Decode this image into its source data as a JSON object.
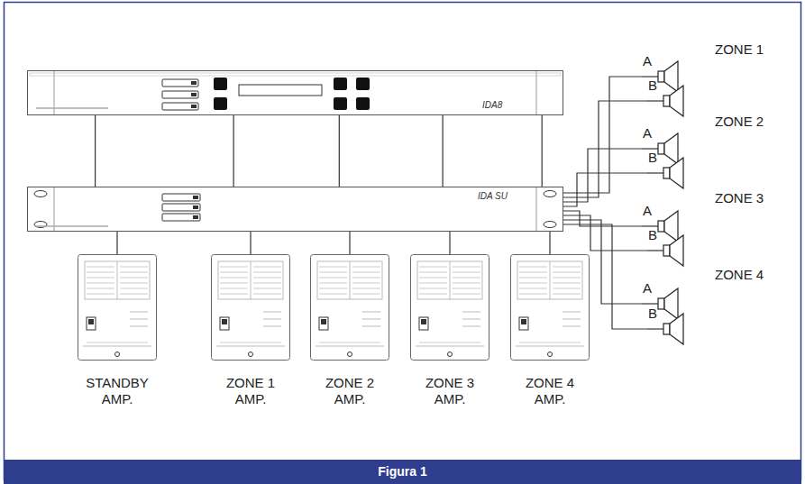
{
  "diagram": {
    "caption": "Figura 1",
    "nodes": [
      {
        "text": [
          "IDA8"
        ]
      },
      {
        "text": [
          "IDA SU"
        ]
      },
      {
        "text": [
          "STANDBY AMP."
        ]
      },
      {
        "text": [
          "ZONE 1 AMP."
        ]
      },
      {
        "text": [
          "ZONE 2 AMP."
        ]
      },
      {
        "text": [
          "ZONE 3 AMP."
        ]
      },
      {
        "text": [
          "ZONE 4 AMP."
        ]
      },
      {
        "text": [
          "A"
        ]
      },
      {
        "text": [
          "B"
        ]
      },
      {
        "text": [
          "A"
        ]
      },
      {
        "text": [
          "B"
        ]
      },
      {
        "text": [
          "A"
        ]
      },
      {
        "text": [
          "B"
        ]
      },
      {
        "text": [
          "A"
        ]
      },
      {
        "text": [
          "B"
        ]
      }
    ],
    "edges": [
      {
        "from": 0,
        "to": 1,
        "arrow": "none"
      },
      {
        "from": 0,
        "to": 1,
        "arrow": "none"
      },
      {
        "from": 0,
        "to": 1,
        "arrow": "none"
      },
      {
        "from": 0,
        "to": 1,
        "arrow": "none"
      },
      {
        "from": 0,
        "to": 1,
        "arrow": "none"
      },
      {
        "from": 1,
        "to": 2,
        "arrow": "none"
      },
      {
        "from": 1,
        "to": 3,
        "arrow": "none"
      },
      {
        "from": 1,
        "to": 4,
        "arrow": "none"
      },
      {
        "from": 1,
        "to": 5,
        "arrow": "none"
      },
      {
        "from": 1,
        "to": 6,
        "arrow": "none"
      },
      {
        "from": 1,
        "to": 7,
        "arrow": "none"
      },
      {
        "from": 1,
        "to": 8,
        "arrow": "none"
      },
      {
        "from": 1,
        "to": 9,
        "arrow": "none"
      },
      {
        "from": 1,
        "to": 10,
        "arrow": "none"
      },
      {
        "from": 1,
        "to": 11,
        "arrow": "none"
      },
      {
        "from": 1,
        "to": 12,
        "arrow": "none"
      },
      {
        "from": 1,
        "to": 13,
        "arrow": "none"
      },
      {
        "from": 1,
        "to": 14,
        "arrow": "none"
      }
    ],
    "labels": [
      "ZONE 1",
      "ZONE 2",
      "ZONE 3",
      "ZONE 4"
    ]
  }
}
